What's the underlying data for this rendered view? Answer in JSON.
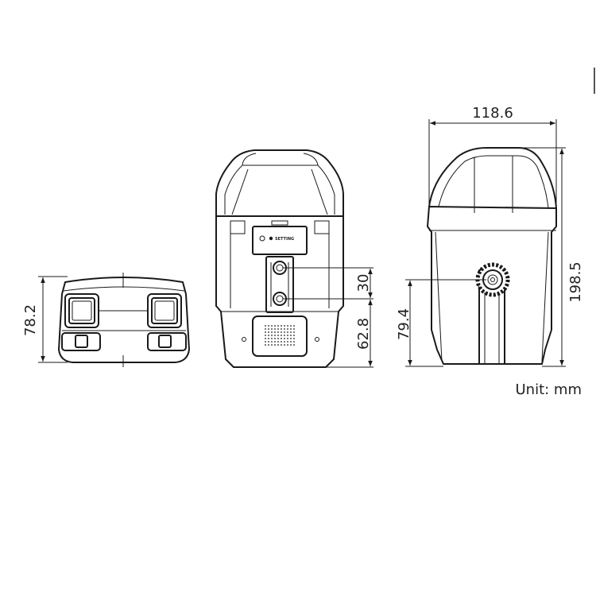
{
  "dimensions": {
    "front_height": "78.2",
    "mid_upper": "30",
    "mid_lower": "62.8",
    "side_width": "118.6",
    "side_height": "198.5",
    "side_mount_height": "79.4"
  },
  "labels": {
    "settings_plate": "SETTING",
    "units": "Unit: mm"
  }
}
